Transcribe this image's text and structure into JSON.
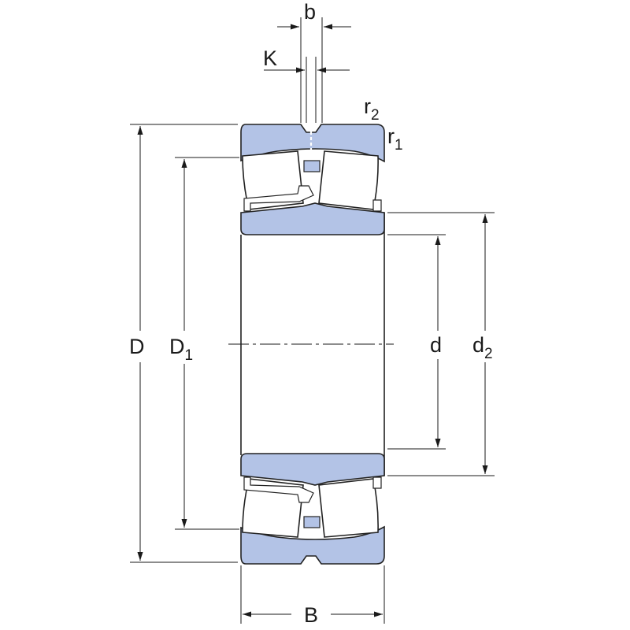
{
  "colors": {
    "ring_fill": "#b3c3e6",
    "roller_fill": "#ffffff",
    "cage_fill": "#ffffff",
    "line": "#1a1a1a"
  },
  "labels": {
    "D": "D",
    "D1": {
      "main": "D",
      "sub": "1"
    },
    "d": "d",
    "d2": {
      "main": "d",
      "sub": "2"
    },
    "B": "B",
    "b": "b",
    "K": "K",
    "r1": {
      "main": "r",
      "sub": "1"
    },
    "r2": {
      "main": "r",
      "sub": "2"
    }
  }
}
